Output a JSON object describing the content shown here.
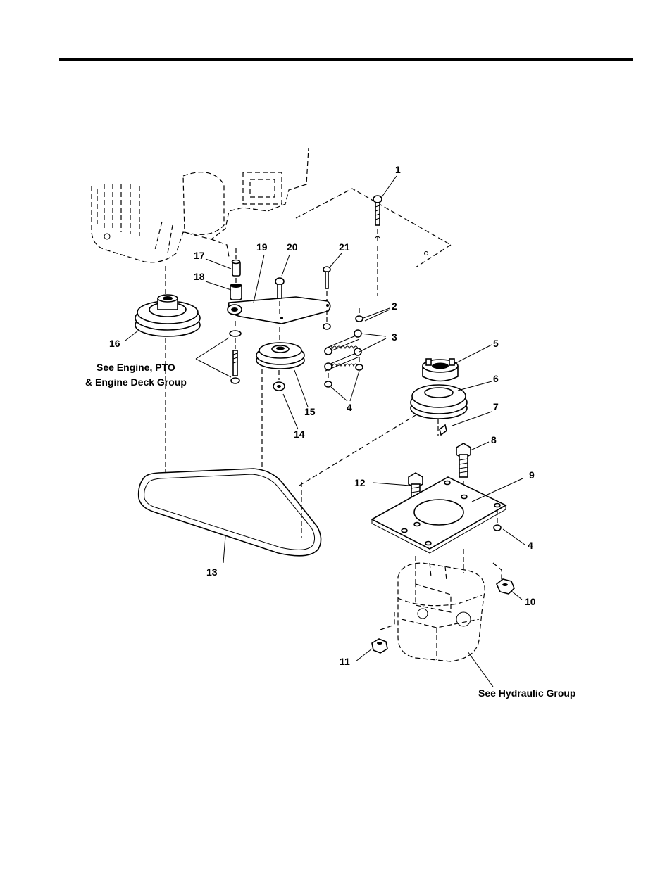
{
  "callouts": [
    "1",
    "2",
    "3",
    "4",
    "5",
    "6",
    "7",
    "8",
    "9",
    "4",
    "10",
    "11",
    "12",
    "13",
    "14",
    "15",
    "16",
    "17",
    "18",
    "19",
    "20",
    "21"
  ],
  "notes": {
    "engine_line1": "See Engine, PTO",
    "engine_line2": "& Engine Deck Group",
    "hydraulic": "See Hydraulic Group"
  },
  "icons": {
    "engine": "engine-block-outline",
    "pulley": "v-pulley",
    "belt": "v-belt",
    "pump": "hydraulic-pump-outline"
  }
}
